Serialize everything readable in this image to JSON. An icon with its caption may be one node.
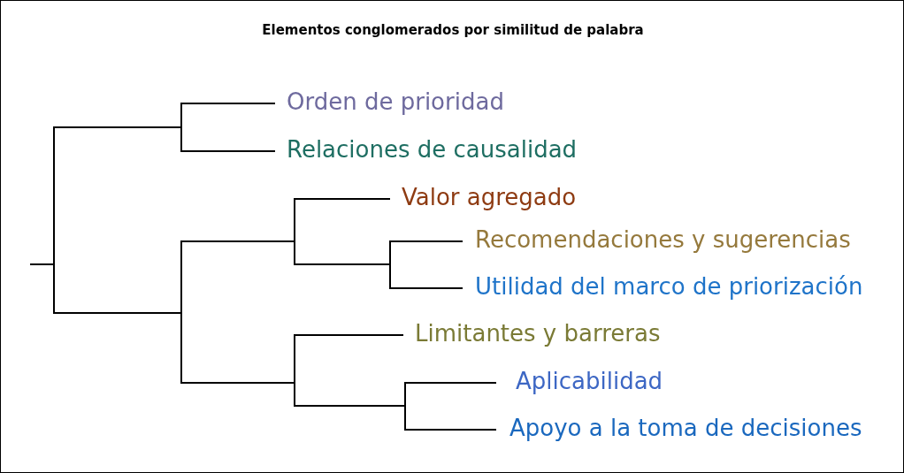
{
  "diagram": {
    "title": "Elementos conglomerados por similitud de palabra",
    "nodes": [
      {
        "text": [],
        "shape": "bar"
      },
      {
        "text": [],
        "shape": "bar"
      },
      {
        "text": [
          "Orden de prioridad"
        ]
      },
      {
        "text": [
          "Relaciones de causalidad"
        ]
      },
      {
        "text": [],
        "shape": "bar"
      },
      {
        "text": [],
        "shape": "bar"
      },
      {
        "text": [
          "Valor agregado"
        ]
      },
      {
        "text": [],
        "shape": "bar"
      },
      {
        "text": [
          "Recomendaciones y sugerencias"
        ]
      },
      {
        "text": [
          "Utilidad del marco de priorización"
        ]
      },
      {
        "text": [],
        "shape": "bar"
      },
      {
        "text": [
          "Limitantes y barreras"
        ]
      },
      {
        "text": [],
        "shape": "bar"
      },
      {
        "text": [
          "Aplicabilidad"
        ]
      },
      {
        "text": [
          "Apoyo a la toma de decisiones"
        ]
      }
    ],
    "edges": [
      {
        "from": null,
        "to": 0,
        "arrow": "none"
      },
      {
        "from": 0,
        "to": 1,
        "arrow": "none"
      },
      {
        "from": 1,
        "to": 2,
        "arrow": "none"
      },
      {
        "from": 1,
        "to": 3,
        "arrow": "none"
      },
      {
        "from": 0,
        "to": 4,
        "arrow": "none"
      },
      {
        "from": 4,
        "to": 5,
        "arrow": "none"
      },
      {
        "from": 5,
        "to": 6,
        "arrow": "none"
      },
      {
        "from": 5,
        "to": 7,
        "arrow": "none"
      },
      {
        "from": 7,
        "to": 8,
        "arrow": "none"
      },
      {
        "from": 7,
        "to": 9,
        "arrow": "none"
      },
      {
        "from": 4,
        "to": 10,
        "arrow": "none"
      },
      {
        "from": 10,
        "to": 11,
        "arrow": "none"
      },
      {
        "from": 10,
        "to": 12,
        "arrow": "none"
      },
      {
        "from": 12,
        "to": 13,
        "arrow": "none"
      },
      {
        "from": 12,
        "to": 14,
        "arrow": "none"
      }
    ]
  }
}
